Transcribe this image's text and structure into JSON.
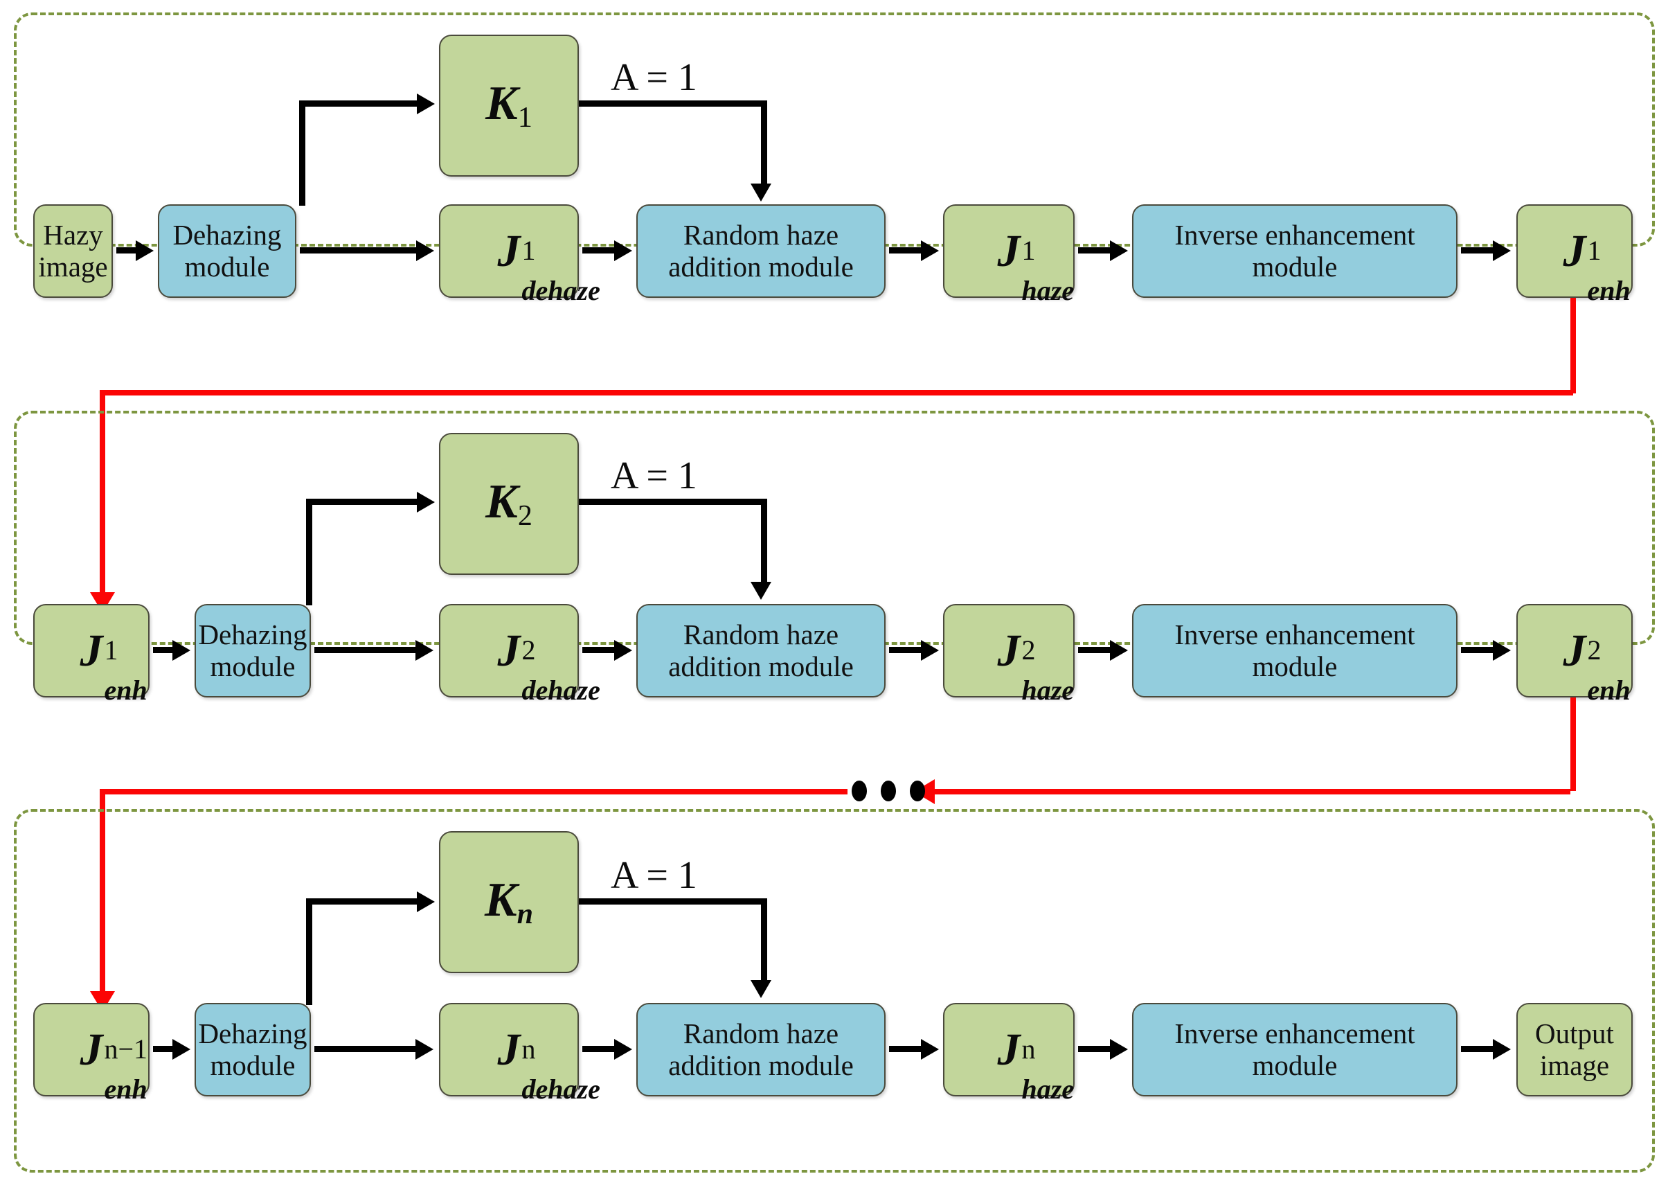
{
  "figure": {
    "type": "flow-diagram",
    "title": "",
    "colors": {
      "green_box": "#c2d69b",
      "blue_box": "#93cddd",
      "panel_dashed_border": "#7d9640",
      "black_arrow": "#000000",
      "red_arrow": "#fb0505"
    }
  },
  "common": {
    "dehazing_module": "Dehazing\nmodule",
    "dehazing_line1": "Dehazing",
    "dehazing_line2": "module",
    "random_haze_line1": "Random haze",
    "random_haze_line2": "addition module",
    "inverse_line1": "Inverse enhancement",
    "inverse_line2": "module",
    "a_equals": "A = 1",
    "a_symbol": "A",
    "a_rest": "= 1",
    "ellipsis": "• • •"
  },
  "stage1": {
    "panel_name": "stage-1",
    "input": {
      "line1": "Hazy",
      "line2": "image"
    },
    "k": {
      "base": "K",
      "sub": "1"
    },
    "a": "A = 1",
    "dehaze_out": {
      "base": "J",
      "sup": "1",
      "sub": "dehaze"
    },
    "haze_out": {
      "base": "J",
      "sup": "1",
      "sub": "haze"
    },
    "enh_out": {
      "base": "J",
      "sup": "1",
      "sub": "enh"
    }
  },
  "stage2": {
    "panel_name": "stage-2",
    "input": {
      "base": "J",
      "sup": "1",
      "sub": "enh"
    },
    "k": {
      "base": "K",
      "sub": "2"
    },
    "a": "A = 1",
    "dehaze_out": {
      "base": "J",
      "sup": "2",
      "sub": "dehaze"
    },
    "haze_out": {
      "base": "J",
      "sup": "2",
      "sub": "haze"
    },
    "enh_out": {
      "base": "J",
      "sup": "2",
      "sub": "enh"
    }
  },
  "stageN": {
    "panel_name": "stage-n",
    "input": {
      "base": "J",
      "sup": "n−1",
      "sub": "enh"
    },
    "k": {
      "base": "K",
      "sub": "n"
    },
    "a": "A = 1",
    "dehaze_out": {
      "base": "J",
      "sup": "n",
      "sub": "dehaze"
    },
    "haze_out": {
      "base": "J",
      "sup": "n",
      "sub": "haze"
    },
    "output": {
      "line1": "Output",
      "line2": "image"
    }
  },
  "icons": {
    "arrow_right": "arrow-right-icon",
    "arrow_down": "arrow-down-icon",
    "arrow_left": "arrow-left-icon",
    "ellipsis": "ellipsis-dots-icon"
  }
}
